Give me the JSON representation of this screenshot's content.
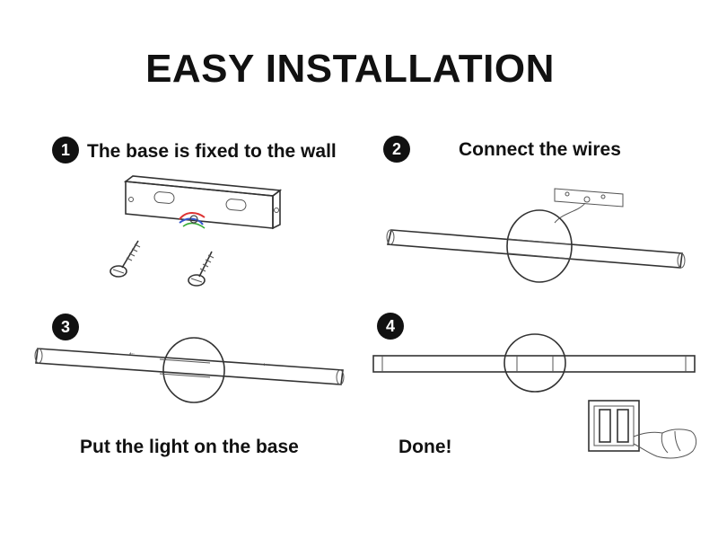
{
  "title": "EASY INSTALLATION",
  "steps": [
    {
      "number": "1",
      "text": "The base is fixed to the wall",
      "icon": "wall-bracket-and-screws"
    },
    {
      "number": "2",
      "text": "Connect the wires",
      "icon": "wire-connection"
    },
    {
      "number": "3",
      "text": "Put the light on the base",
      "icon": "light-onto-base"
    },
    {
      "number": "4",
      "text": "Done!",
      "icon": "light-switch-hand"
    }
  ]
}
